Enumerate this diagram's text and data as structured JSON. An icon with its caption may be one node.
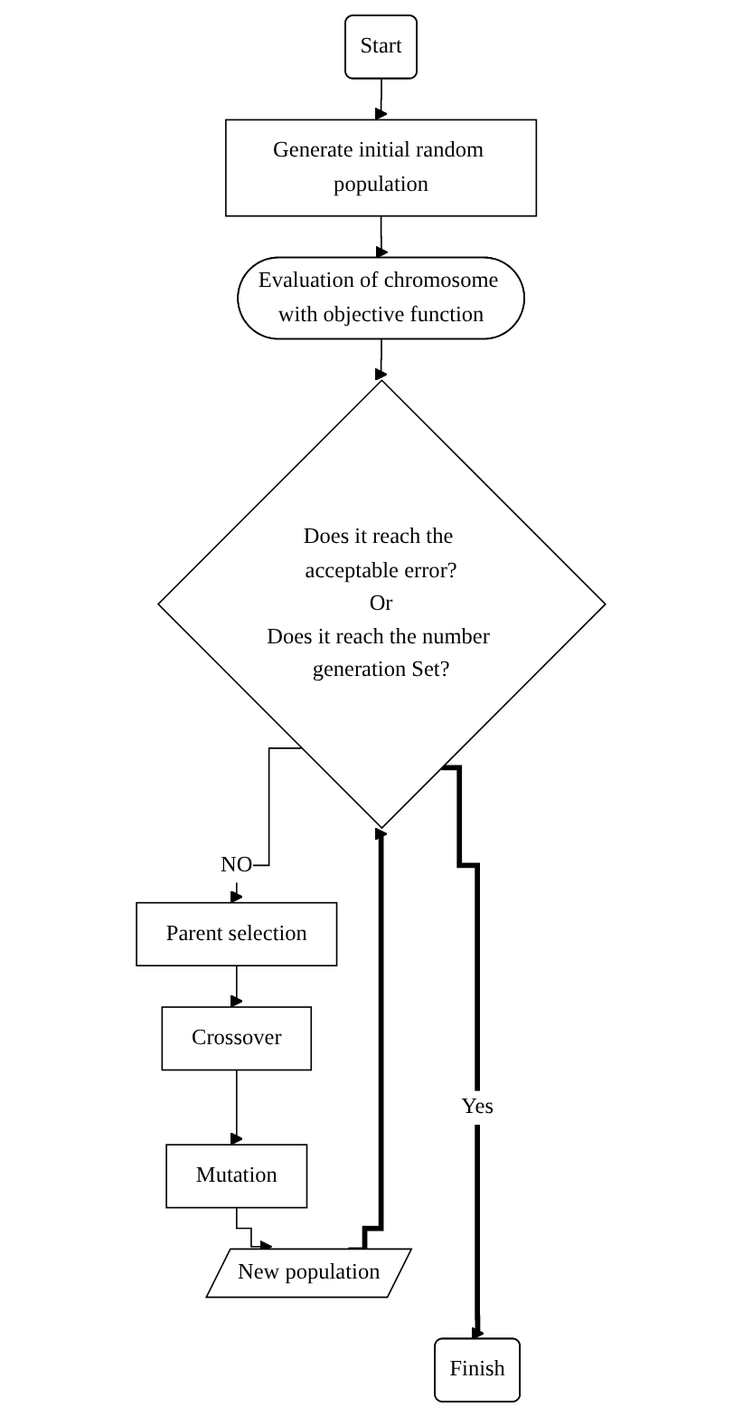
{
  "diagram": {
    "nodes": [
      {
        "text": [
          "Start"
        ]
      },
      {
        "text": [
          "Generate initial random population"
        ]
      },
      {
        "text": [
          "Evaluation of chromosome with objective function"
        ]
      },
      {
        "text": [
          "Does it reach the acceptable error?",
          "Or",
          "Does it reach the number generation Set?"
        ]
      },
      {
        "text": [
          "Parent selection"
        ]
      },
      {
        "text": [
          "Crossover"
        ]
      },
      {
        "text": [
          "Mutation"
        ]
      },
      {
        "text": [
          "New population"
        ]
      },
      {
        "text": [
          "Finish"
        ]
      }
    ],
    "edges": [
      {
        "from": 0,
        "to": 1,
        "arrow": "to"
      },
      {
        "from": 1,
        "to": 2,
        "arrow": "to"
      },
      {
        "from": 2,
        "to": 3,
        "arrow": "to"
      },
      {
        "from": 3,
        "to": 8,
        "arrow": "to",
        "label": "Yes",
        "style": "thick"
      },
      {
        "from": 3,
        "to": 4,
        "arrow": "to",
        "label": "NO"
      },
      {
        "from": 4,
        "to": 5,
        "arrow": "to"
      },
      {
        "from": 5,
        "to": 6,
        "arrow": "to"
      },
      {
        "from": 6,
        "to": 7,
        "arrow": "to"
      },
      {
        "from": 7,
        "to": 3,
        "arrow": "to",
        "style": "thick"
      }
    ]
  }
}
